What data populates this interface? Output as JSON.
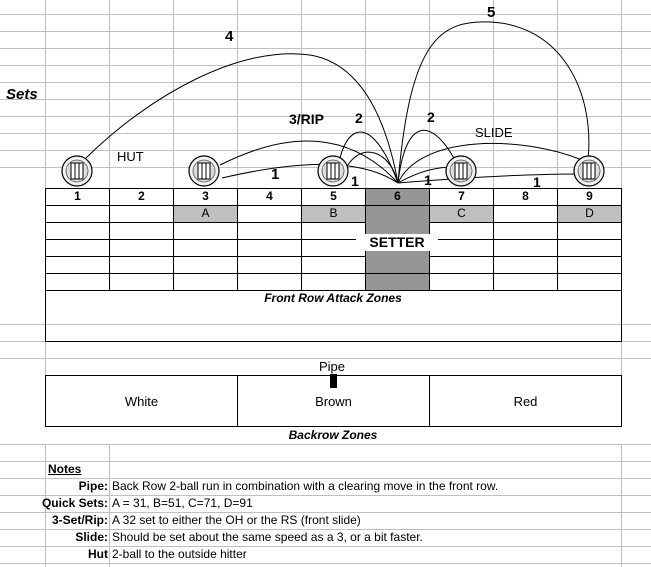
{
  "sheet_title": "Sets",
  "front_zones": [
    "1",
    "2",
    "3",
    "4",
    "5",
    "6",
    "7",
    "8",
    "9"
  ],
  "quick_labels": {
    "zone3": "A",
    "zone5": "B",
    "zone7": "C",
    "zone9": "D"
  },
  "setter_label": "SETTER",
  "front_row_caption": "Front Row Attack Zones",
  "set_labels": {
    "hut": "HUT",
    "four": "4",
    "three_rip": "3/RIP",
    "two_left": "2",
    "two_right": "2",
    "five": "5",
    "slide": "SLIDE",
    "one_a": "1",
    "one_b": "1",
    "one_c": "1",
    "one_d": "1"
  },
  "pipe_label": "Pipe",
  "back_zones": [
    "White",
    "Brown",
    "Red"
  ],
  "back_row_caption": "Backrow Zones",
  "notes": {
    "heading": "Notes",
    "items": [
      {
        "key": "Pipe:",
        "text": "Back Row 2-ball run in combination with a clearing move in the front row."
      },
      {
        "key": "Quick Sets:",
        "text": "A = 31, B=51, C=71, D=91"
      },
      {
        "key": "3-Set/Rip:",
        "text": "A 32 set to either the OH or the RS (front slide)"
      },
      {
        "key": "Slide:",
        "text": "Should be set about the same speed as a 3, or a bit faster."
      },
      {
        "key": "Hut",
        "text": "2-ball to the outside hitter"
      }
    ]
  },
  "colors": {
    "grid_line": "#c0c0c0",
    "quick_fill": "#c0c0c0",
    "setter_fill": "#969696",
    "border": "#000000"
  },
  "icons": [
    "volleyball-icon"
  ]
}
